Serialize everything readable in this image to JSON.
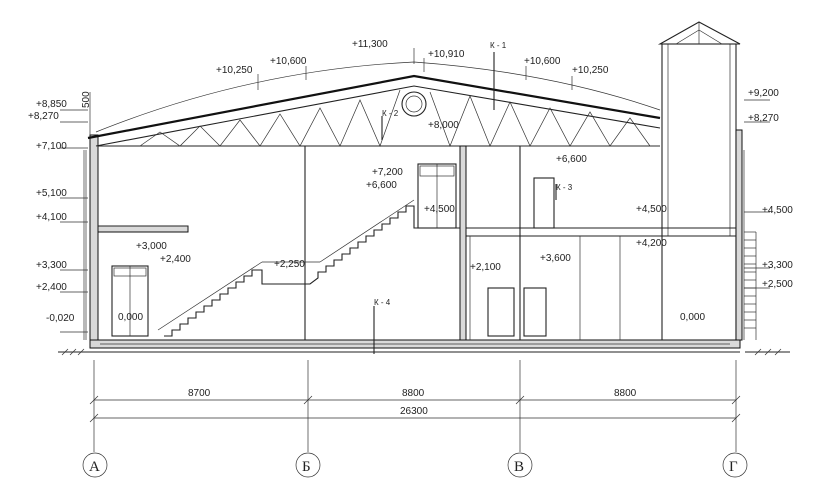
{
  "levels_left": [
    "+8,850",
    "+8,270",
    "+7,100",
    "+5,100",
    "+4,100",
    "+3,300",
    "+2,400",
    "-0,020"
  ],
  "level_left_dim": "500",
  "levels_right": [
    "+9,200",
    "+8,270",
    "+4,500",
    "+3,300",
    "+2,500"
  ],
  "levels_roof": [
    "+10,250",
    "+10,600",
    "+11,300",
    "+10,910",
    "+10,600",
    "+10,250"
  ],
  "levels_inner": {
    "l8000": "+8,000",
    "l7200": "+7,200",
    "l6600a": "+6,600",
    "l4500a": "+4,500",
    "l6600b": "+6,600",
    "l4500b": "+4,500",
    "l4200": "+4,200",
    "l3000": "+3,000",
    "l2400": "+2,400",
    "l2250": "+2,250",
    "l2100": "+2,100",
    "l3600": "+3,600",
    "l0000a": "0,000",
    "l0000b": "0,000"
  },
  "cut_marks": [
    "К - 1",
    "К - 2",
    "К - 3",
    "К - 4"
  ],
  "dimensions": {
    "spans": [
      "8700",
      "8800",
      "8800"
    ],
    "total": "26300"
  },
  "axes": [
    "А",
    "Б",
    "В",
    "Г"
  ]
}
